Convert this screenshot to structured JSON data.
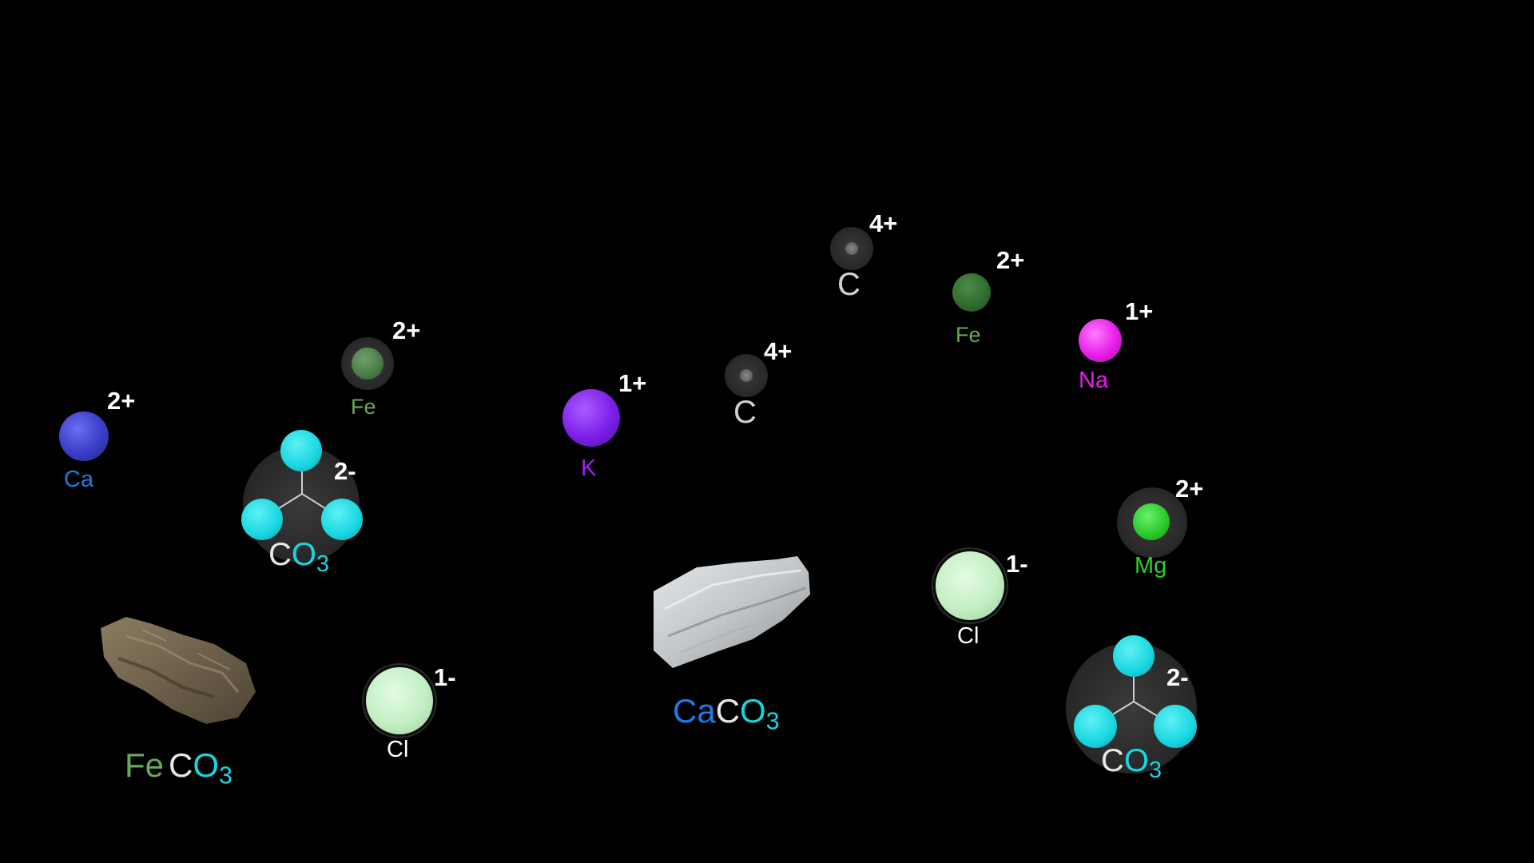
{
  "ions": {
    "ca": {
      "symbol": "Ca",
      "charge": "2+"
    },
    "fe_left": {
      "symbol": "Fe",
      "charge": "2+"
    },
    "carbonate_left": {
      "symbol_c": "C",
      "symbol_o": "O",
      "subscript": "3",
      "charge": "2-"
    },
    "k": {
      "symbol": "K",
      "charge": "1+"
    },
    "c_mid": {
      "symbol": "C",
      "charge": "4+"
    },
    "c_top": {
      "symbol": "C",
      "charge": "4+"
    },
    "fe_right": {
      "symbol": "Fe",
      "charge": "2+"
    },
    "na": {
      "symbol": "Na",
      "charge": "1+"
    },
    "mg": {
      "symbol": "Mg",
      "charge": "2+"
    },
    "cl_left": {
      "symbol": "Cl",
      "charge": "1-"
    },
    "cl_right": {
      "symbol": "Cl",
      "charge": "1-"
    },
    "carbonate_right": {
      "symbol_c": "C",
      "symbol_o": "O",
      "subscript": "3",
      "charge": "2-"
    }
  },
  "minerals": {
    "siderite": {
      "part1": "Fe",
      "part2": "C",
      "part3": "O",
      "subscript": "3"
    },
    "calcite": {
      "part1": "Ca",
      "part2": "C",
      "part3": "O",
      "subscript": "3"
    }
  },
  "colors": {
    "calcium": "#1e7be6",
    "iron": "#6aa85a",
    "oxygen": "#18d6e0",
    "potassium": "#a020f0",
    "sodium": "#e81ee8",
    "magnesium": "#28d028",
    "chlorine": "#c6f2c6"
  }
}
